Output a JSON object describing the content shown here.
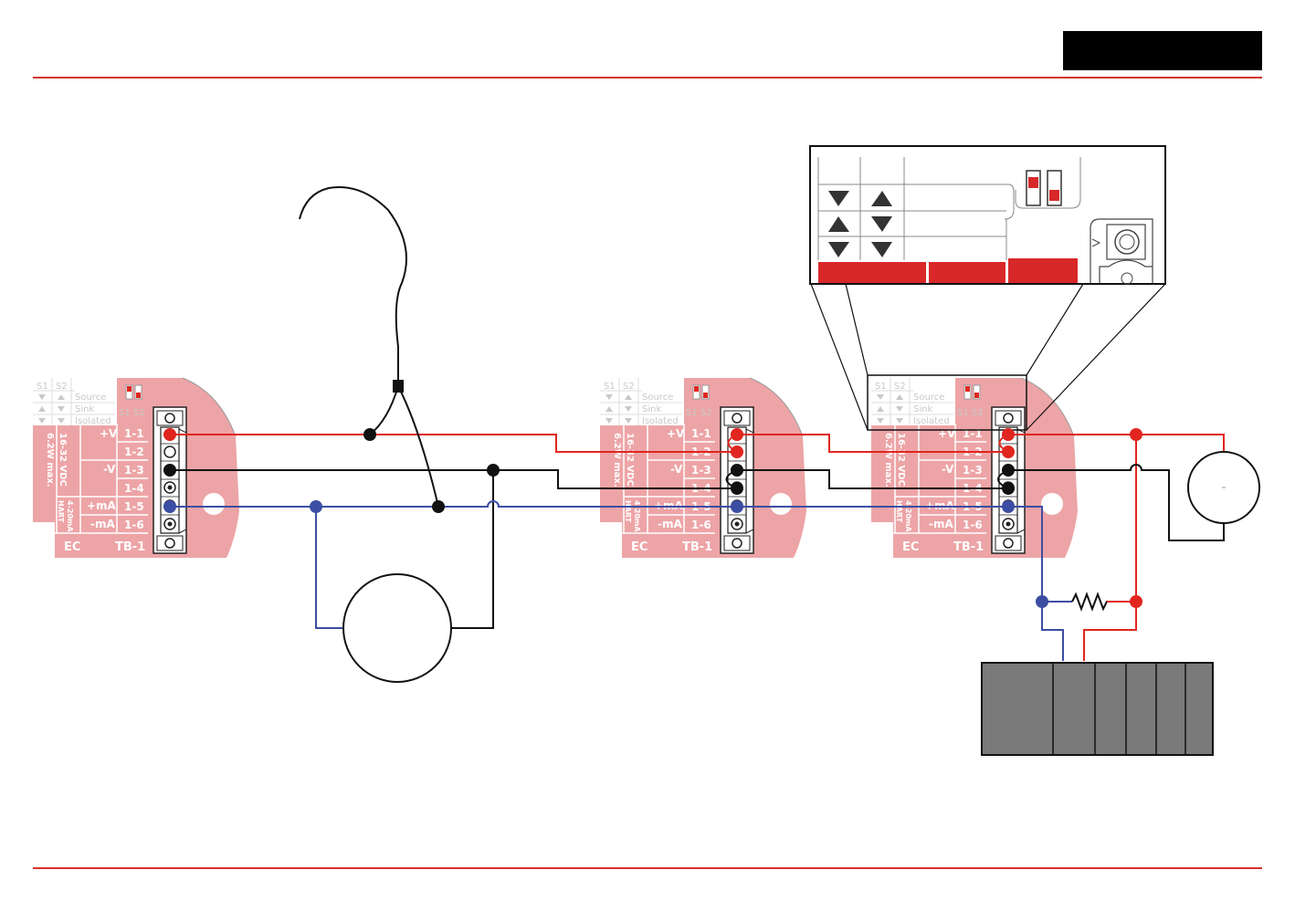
{
  "colors": {
    "accent_red": "#d8322d",
    "wire_red": "#e0261f",
    "wire_black": "#111111",
    "wire_blue": "#3c4ea3",
    "terminal_pink": "#eda4a6",
    "plc_grey": "#7a7a7a"
  },
  "header_box": {
    "text": ""
  },
  "terminal_block": {
    "switch_headers": [
      "S1",
      "S2"
    ],
    "switch_modes": [
      "Source",
      "Sink",
      "Isolated"
    ],
    "pin_header": "S1 S2",
    "power_label": "+V",
    "common_label": "-V",
    "ma_plus_label": "+mA",
    "ma_minus_label": "-mA",
    "supply_rating_line1": "16-32 VDC",
    "supply_rating_line2": "6.2W max.",
    "loop_rating_line1": "4-20mA",
    "loop_rating_line2": "HART",
    "pins": [
      "1-1",
      "1-2",
      "1-3",
      "1-4",
      "1-5",
      "1-6"
    ],
    "block_name": "TB-1",
    "module_code": "EC"
  },
  "devices": [
    {
      "id": "left",
      "label": ""
    },
    {
      "id": "middle",
      "label": ""
    },
    {
      "id": "right",
      "label": ""
    }
  ],
  "switch_table": {
    "rows": [
      {
        "s1": "down-arrow-icon",
        "s2": "up-arrow-icon"
      },
      {
        "s1": "up-arrow-icon",
        "s2": "down-arrow-icon"
      },
      {
        "s1": "down-arrow-icon",
        "s2": "down-arrow-icon"
      }
    ]
  },
  "power_supply_label": "",
  "plc_label": ""
}
